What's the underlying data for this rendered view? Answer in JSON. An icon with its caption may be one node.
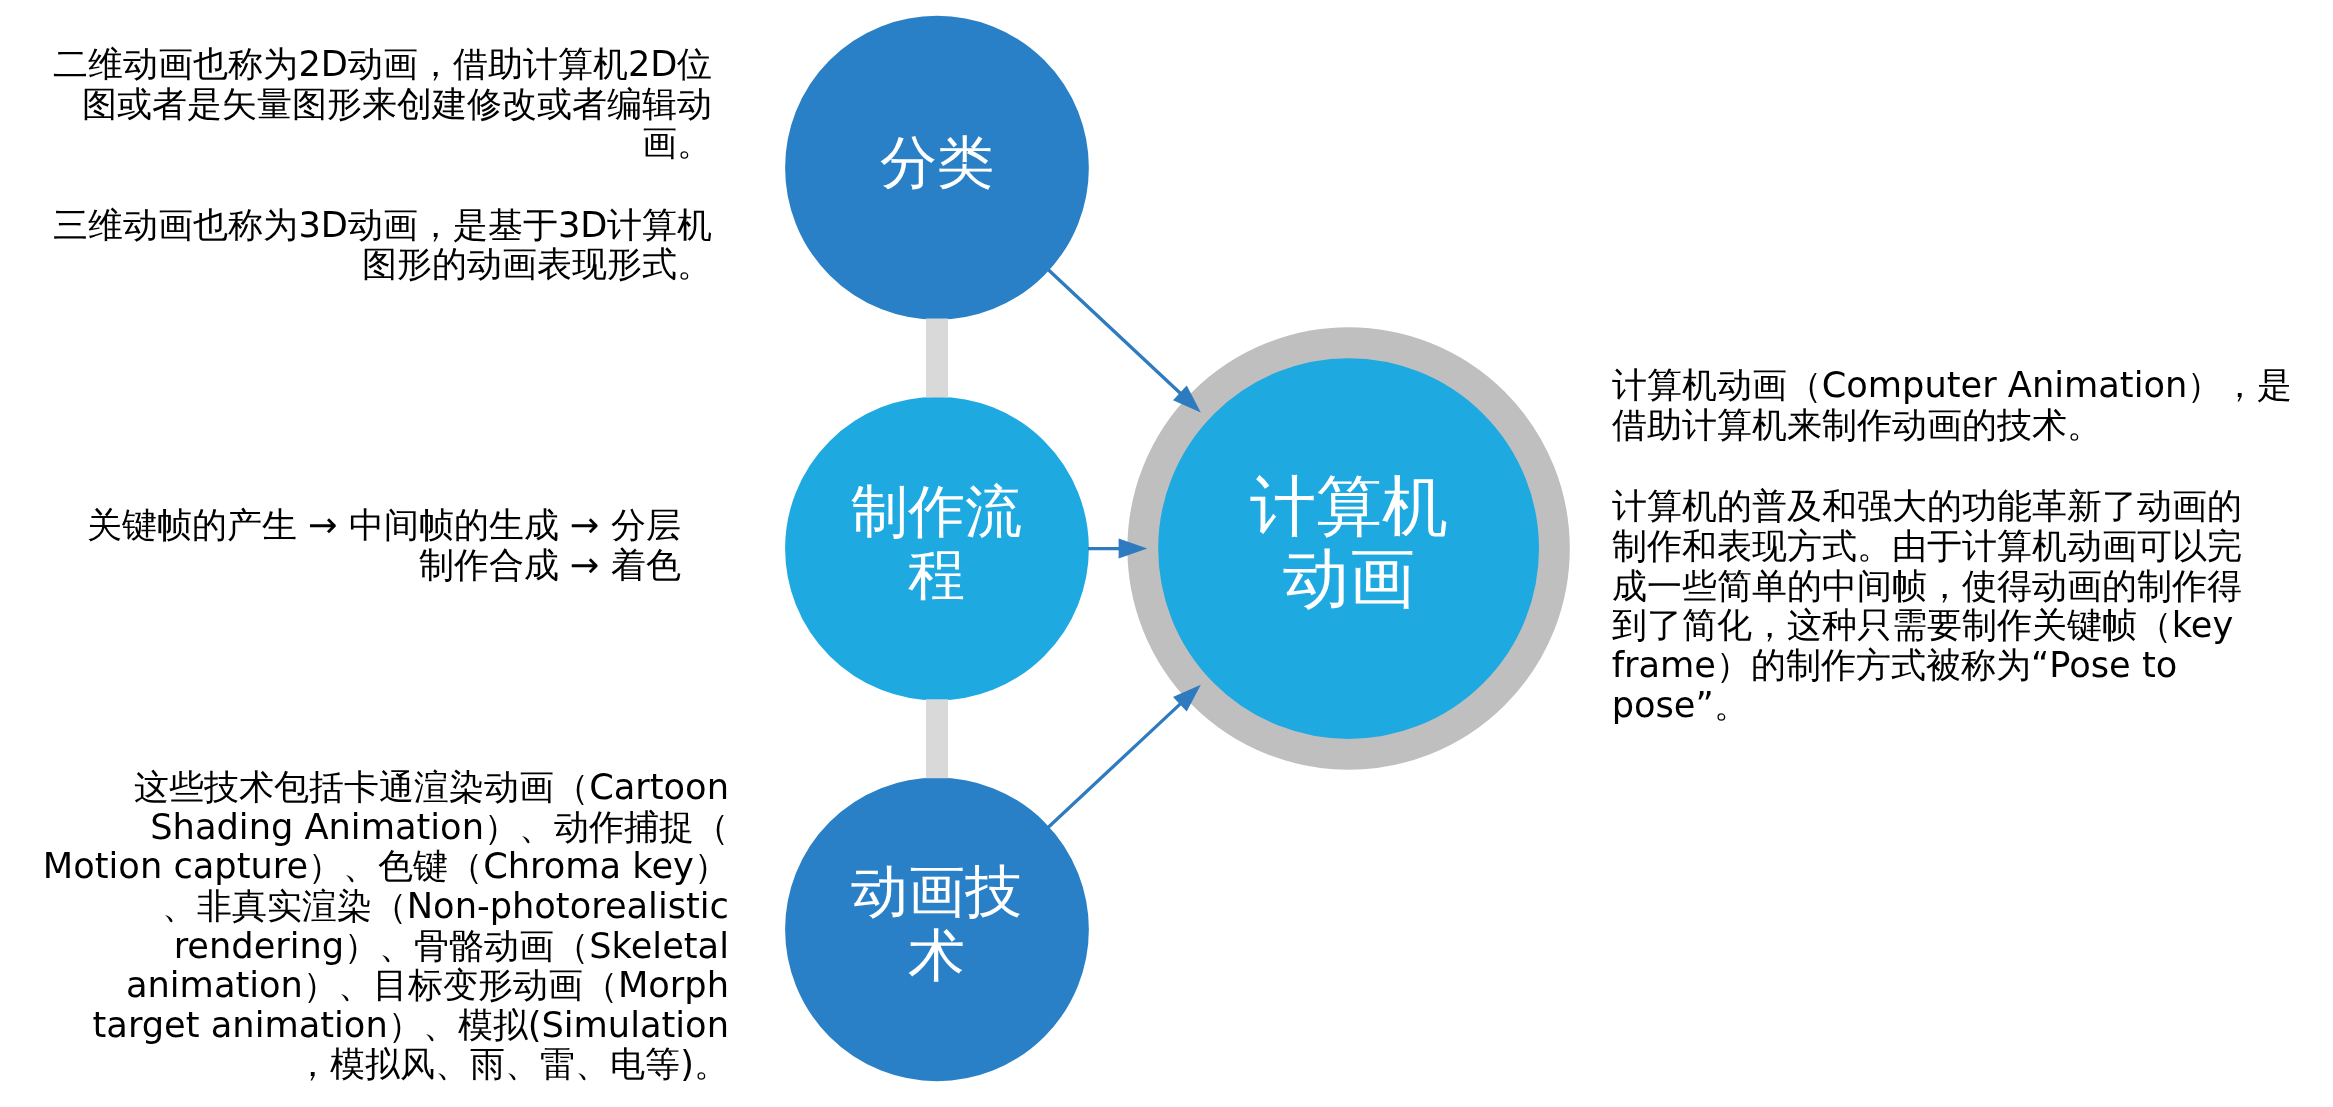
{
  "diagram": {
    "nodes": [
      {
        "text": [
          "分类"
        ],
        "beside": [
          "二维动画也称为2D动画，借助计算机2D位图或者是矢量图形来创建修改或者编辑动画。",
          "三维动画也称为3D动画，是基于3D计算机图形的动画表现形式。"
        ]
      },
      {
        "text": [
          "制作流程"
        ],
        "beside": [
          "关键帧的产生 → 中间帧的生成 → 分层制作合成 → 着色"
        ]
      },
      {
        "text": [
          "动画技术"
        ],
        "beside": [
          "这些技术包括卡通渲染动画（Cartoon Shading Animation）、动作捕捉（Motion capture）、色键（Chroma key）、非真实渲染（Non-photorealistic rendering）、骨骼动画（Skeletal animation）、目标变形动画（Morph target animation）、模拟(Simulation，模拟风、雨、雷、电等)。"
        ]
      },
      {
        "text": [
          "计算机动画"
        ],
        "beside": [
          "计算机动画（Computer Animation），是借助计算机来制作动画的技术。",
          "计算机的普及和强大的功能革新了动画的制作和表现方式。由于计算机动画可以完成一些简单的中间帧，使得动画的制作得到了简化，这种只需要制作关键帧（key frame）的制作方式被称为“Pose to pose”。"
        ]
      }
    ],
    "edges": [
      {
        "from": 0,
        "to": 3,
        "arrow": "to"
      },
      {
        "from": 1,
        "to": 3,
        "arrow": "to"
      },
      {
        "from": 2,
        "to": 3,
        "arrow": "to"
      },
      {
        "from": 0,
        "to": 1,
        "arrow": "none",
        "style": "thick",
        "color": "#d9d9d9"
      },
      {
        "from": 1,
        "to": 2,
        "arrow": "none",
        "style": "thick",
        "color": "#d9d9d9"
      }
    ]
  }
}
